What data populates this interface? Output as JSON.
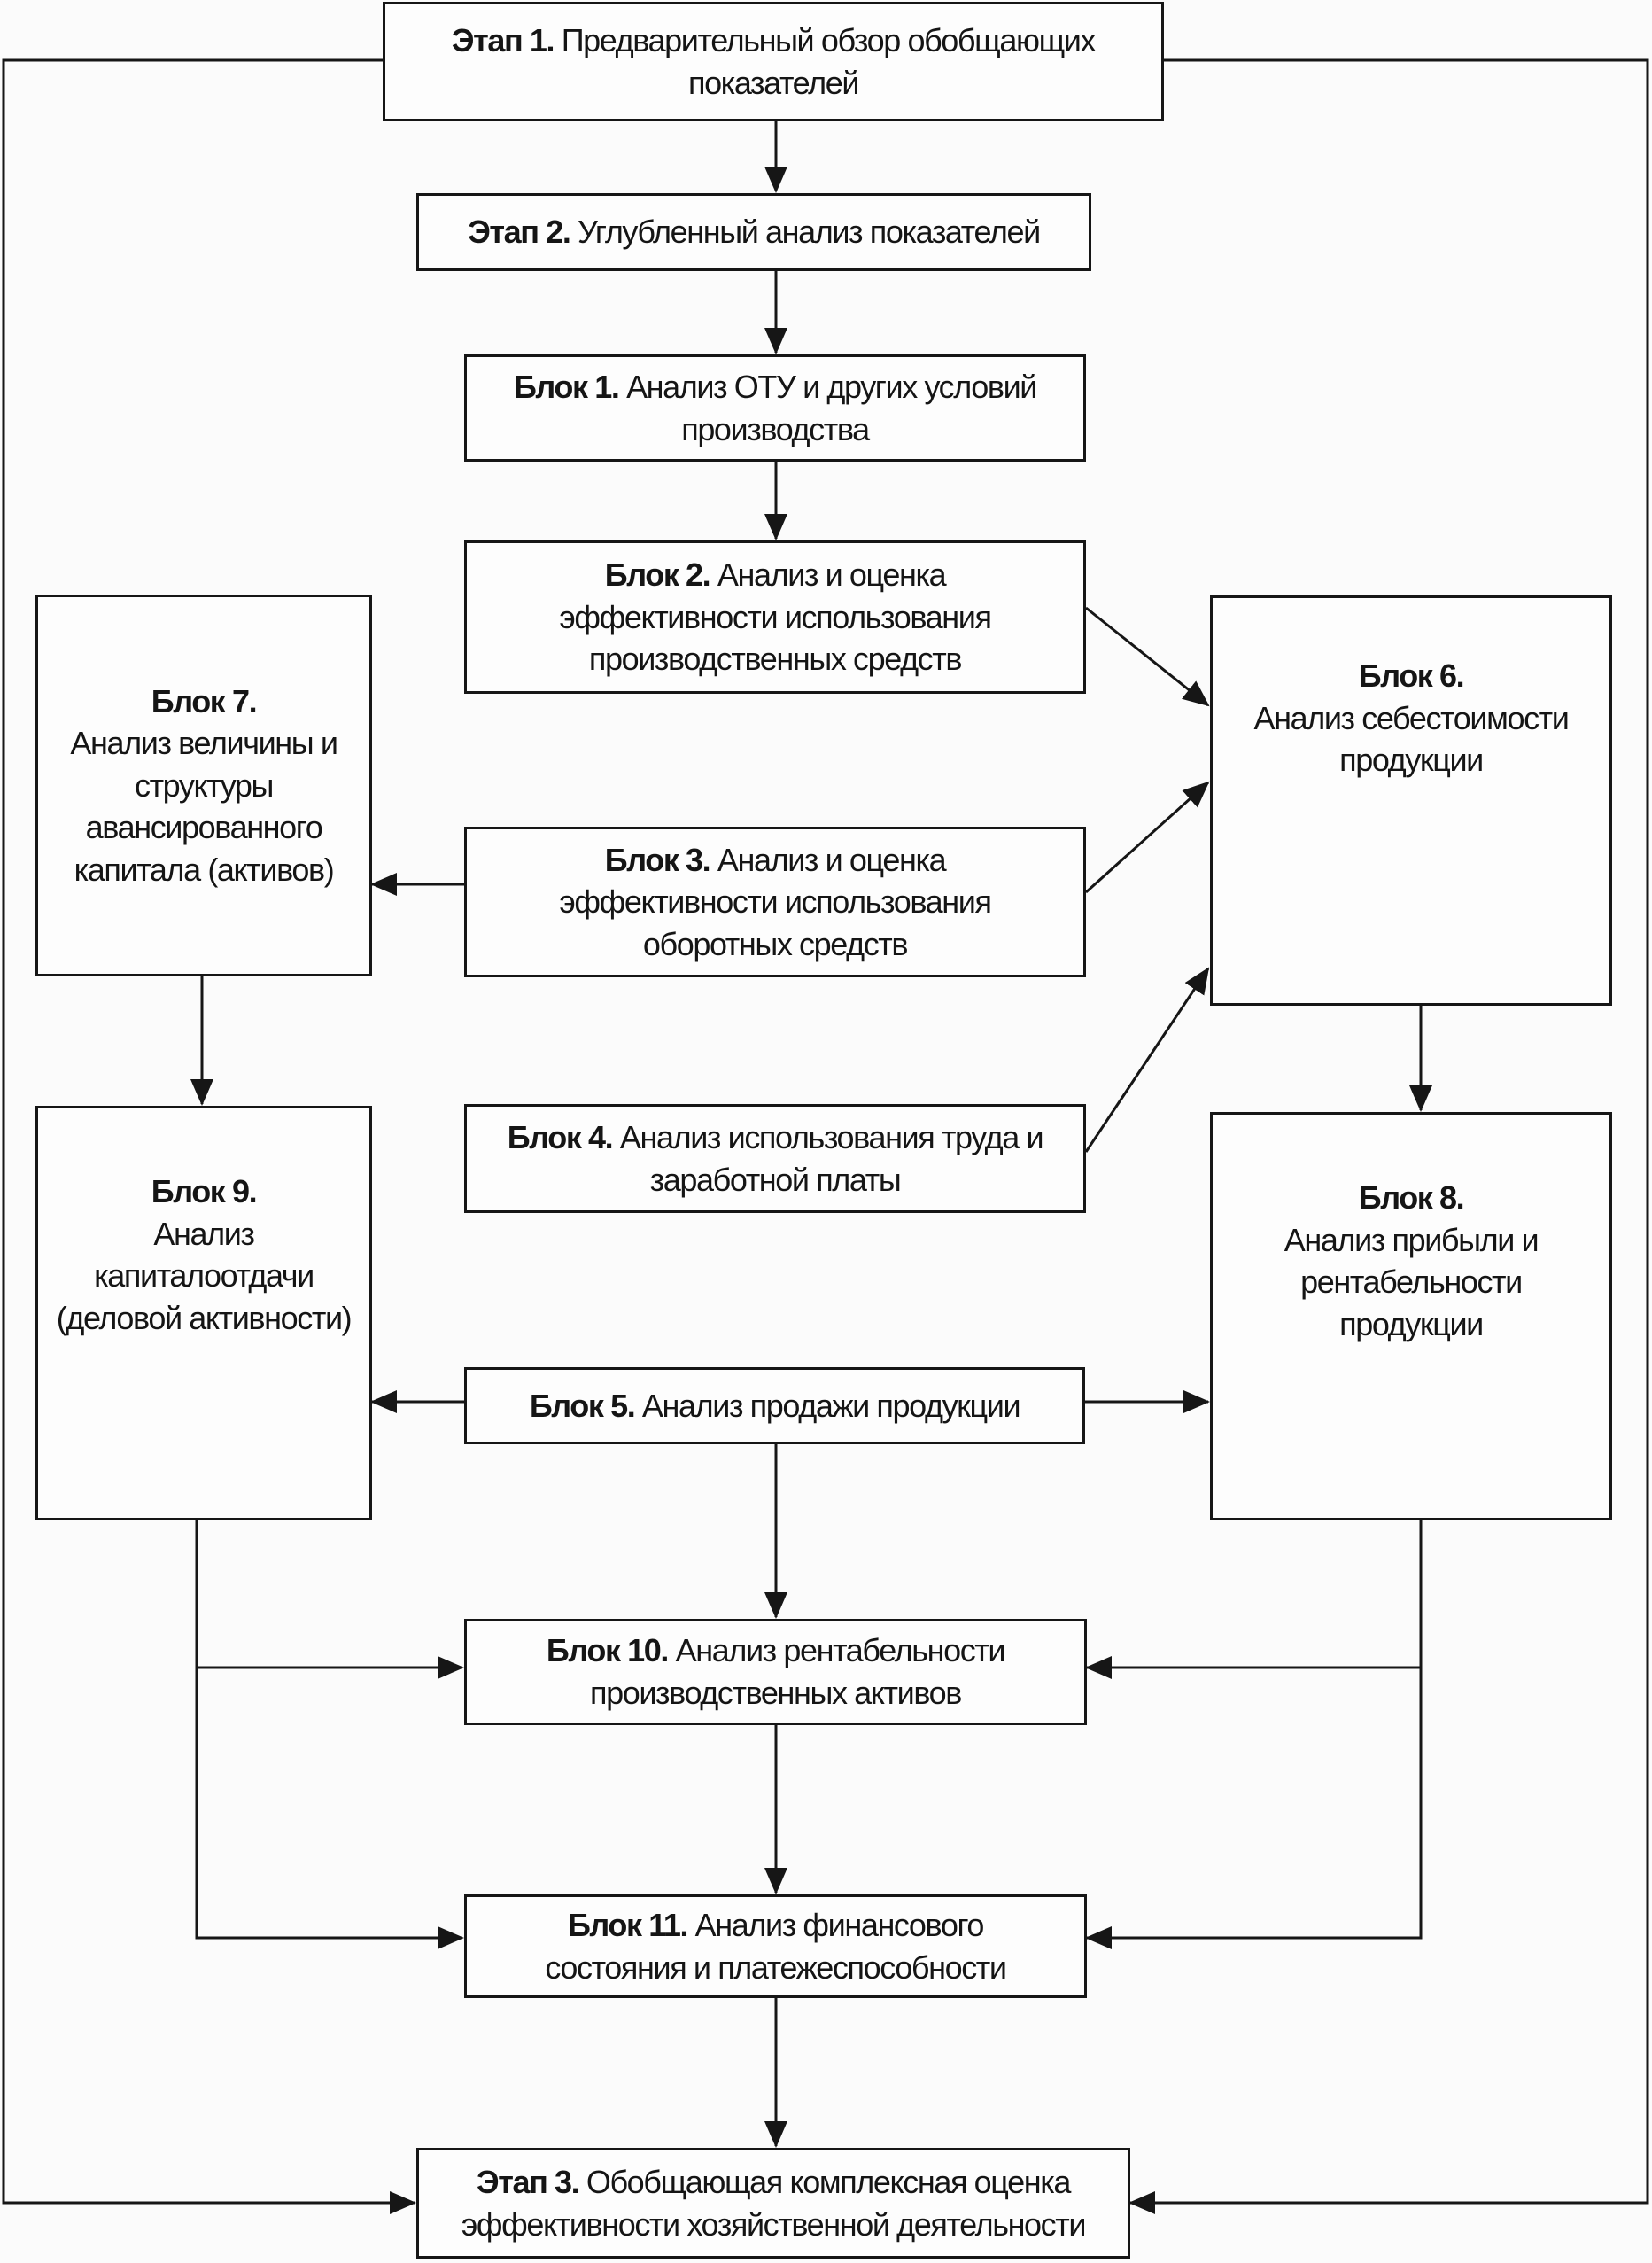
{
  "nodes": {
    "etap1": {
      "label": "Этап 1.",
      "line1": " Предварительный обзор обобщающих",
      "line2": "показателей"
    },
    "etap2": {
      "label": "Этап 2.",
      "line1": " Углубленный анализ показателей"
    },
    "blok1": {
      "label": "Блок 1.",
      "line1": " Анализ ОТУ и других условий",
      "line2": "производства"
    },
    "blok2": {
      "label": "Блок 2.",
      "line1": " Анализ и оценка",
      "line2": "эффективности  использования",
      "line3": "производственных средств"
    },
    "blok3": {
      "label": "Блок 3.",
      "line1": " Анализ и оценка",
      "line2": "эффективности использования",
      "line3": "оборотных средств"
    },
    "blok4": {
      "label": "Блок 4.",
      "line1": " Анализ использования труда и",
      "line2": "заработной платы"
    },
    "blok5": {
      "label": "Блок 5.",
      "line1": " Анализ продажи продукции"
    },
    "blok6": {
      "label": "Блок 6.",
      "line1": "Анализ себестоимости",
      "line2": "продукции"
    },
    "blok7": {
      "label": "Блок 7.",
      "line1": "Анализ величины и",
      "line2": "структуры",
      "line3": "авансированного",
      "line4": "капитала (активов)"
    },
    "blok8": {
      "label": "Блок 8.",
      "line1": "Анализ прибыли и",
      "line2": "рентабельности",
      "line3": "продукции"
    },
    "blok9": {
      "label": "Блок 9.",
      "line1": "Анализ",
      "line2": "капиталоотдачи",
      "line3": "(деловой активности)"
    },
    "blok10": {
      "label": "Блок 10.",
      "line1": " Анализ рентабельности",
      "line2": "производственных активов"
    },
    "blok11": {
      "label": "Блок 11.",
      "line1": " Анализ финансового",
      "line2": "состояния и платежеспособности"
    },
    "etap3": {
      "label": "Этап 3.",
      "line1": " Обобщающая комплексная оценка",
      "line2": "эффективности хозяйственной деятельности"
    }
  }
}
